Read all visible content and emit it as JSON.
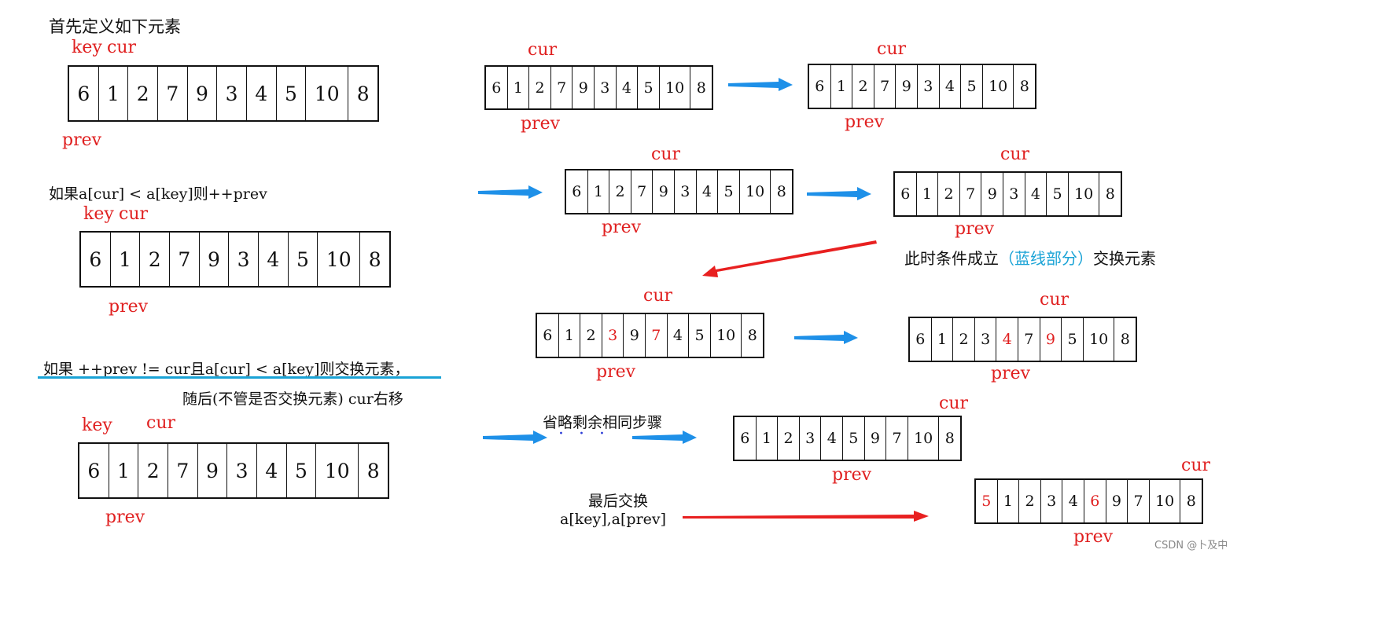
{
  "texts": {
    "intro": "首先定义如下元素",
    "rule1": "如果a[cur] < a[key]则++prev",
    "rule2": "如果 ++prev != cur且a[cur] < a[key]则交换元素，",
    "rule2b": "随后(不管是否交换元素) cur右移",
    "cond_a": "此时条件成立",
    "cond_b": "（蓝线部分）",
    "cond_c": "交换元素",
    "skip": "省略剩余相同步骤",
    "dots": "· · ·",
    "final1": "最后交换",
    "final2": "a[key],a[prev]",
    "watermark": "CSDN @卜及中"
  },
  "labels": {
    "key": "key",
    "cur": "cur",
    "prev": "prev"
  },
  "arrays": [
    {
      "id": "a1",
      "values": [
        "6",
        "1",
        "2",
        "7",
        "9",
        "3",
        "4",
        "5",
        "10",
        "8"
      ],
      "highlight": []
    },
    {
      "id": "a2",
      "values": [
        "6",
        "1",
        "2",
        "7",
        "9",
        "3",
        "4",
        "5",
        "10",
        "8"
      ],
      "highlight": []
    },
    {
      "id": "a3",
      "values": [
        "6",
        "1",
        "2",
        "7",
        "9",
        "3",
        "4",
        "5",
        "10",
        "8"
      ],
      "highlight": []
    },
    {
      "id": "r1",
      "values": [
        "6",
        "1",
        "2",
        "7",
        "9",
        "3",
        "4",
        "5",
        "10",
        "8"
      ],
      "highlight": []
    },
    {
      "id": "r2",
      "values": [
        "6",
        "1",
        "2",
        "7",
        "9",
        "3",
        "4",
        "5",
        "10",
        "8"
      ],
      "highlight": []
    },
    {
      "id": "r3",
      "values": [
        "6",
        "1",
        "2",
        "7",
        "9",
        "3",
        "4",
        "5",
        "10",
        "8"
      ],
      "highlight": []
    },
    {
      "id": "r4",
      "values": [
        "6",
        "1",
        "2",
        "7",
        "9",
        "3",
        "4",
        "5",
        "10",
        "8"
      ],
      "highlight": []
    },
    {
      "id": "r5",
      "values": [
        "6",
        "1",
        "2",
        "3",
        "9",
        "7",
        "4",
        "5",
        "10",
        "8"
      ],
      "highlight": [
        3,
        5
      ]
    },
    {
      "id": "r6",
      "values": [
        "6",
        "1",
        "2",
        "3",
        "4",
        "7",
        "9",
        "5",
        "10",
        "8"
      ],
      "highlight": [
        4,
        6
      ]
    },
    {
      "id": "r7",
      "values": [
        "6",
        "1",
        "2",
        "3",
        "4",
        "5",
        "9",
        "7",
        "10",
        "8"
      ],
      "highlight": []
    },
    {
      "id": "r8",
      "values": [
        "5",
        "1",
        "2",
        "3",
        "4",
        "6",
        "9",
        "7",
        "10",
        "8"
      ],
      "highlight": [
        0,
        5
      ]
    }
  ],
  "colors": {
    "pointer_label": "#e02020",
    "highlight_value": "#e02020",
    "blue_arrow": "#1e90e8",
    "red_arrow": "#e82020",
    "underline": "#1aa3d6"
  }
}
